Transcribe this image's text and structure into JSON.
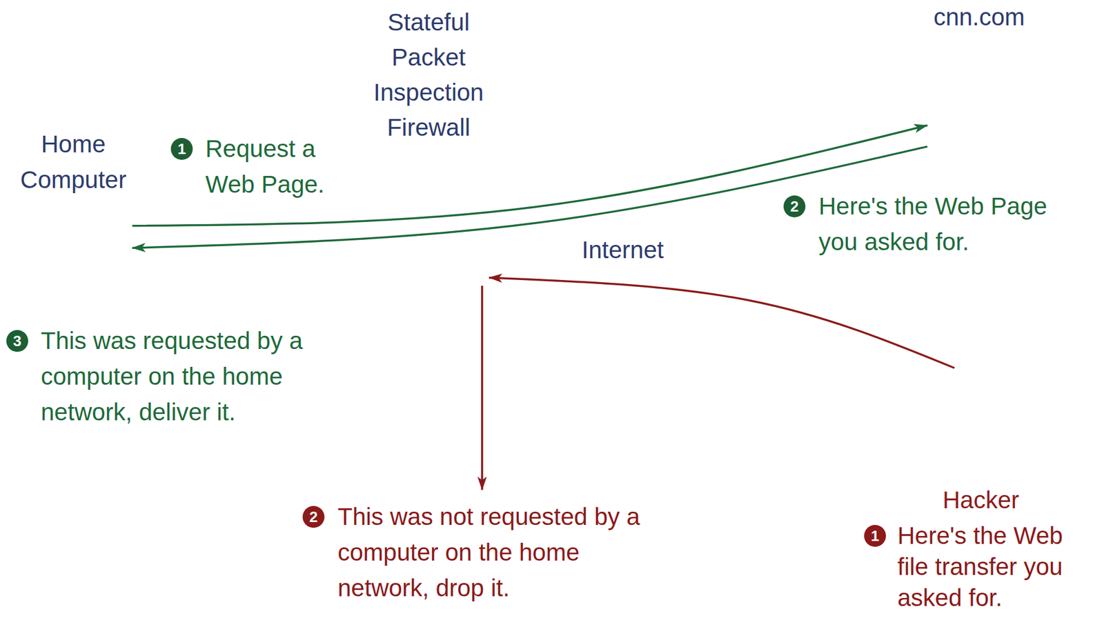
{
  "diagram": {
    "nodes": [
      {
        "text": [
          "Home Computer"
        ]
      },
      {
        "text": [
          "Stateful Packet Inspection Firewall"
        ]
      },
      {
        "text": [
          "cnn.com"
        ]
      },
      {
        "text": [
          "Internet"
        ]
      },
      {
        "text": [
          "Hacker"
        ]
      }
    ],
    "edges": [
      {
        "from": 0,
        "to": 2,
        "arrow": "to"
      },
      {
        "from": 2,
        "to": 0,
        "arrow": "to"
      },
      {
        "from": 4,
        "to": 1,
        "arrow": "to"
      }
    ],
    "labels": [
      "1",
      "Request a Web Page.",
      "2",
      "Here's the Web Page you asked for.",
      "3",
      "This was requested by a computer on the home network, deliver it.",
      "2",
      "This was not requested by a computer on the home network, drop it.",
      "1",
      "Here's the Web file transfer you asked for."
    ]
  }
}
